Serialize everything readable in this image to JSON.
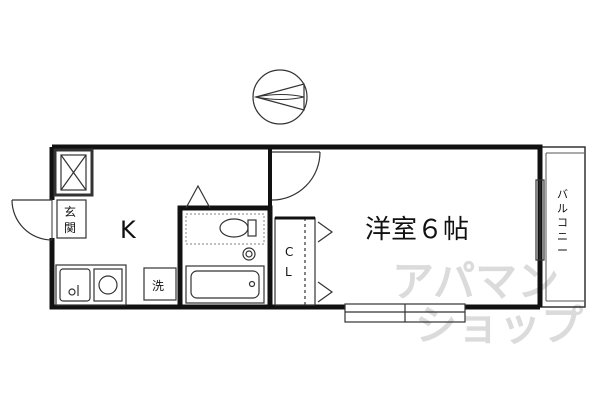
{
  "rooms": {
    "kitchen": "K",
    "western_room": "洋室６帖",
    "entrance": [
      "玄",
      "関"
    ],
    "washer": "洗",
    "closet": [
      "C",
      "L"
    ],
    "balcony": [
      "バ",
      "ル",
      "コ",
      "ニ",
      "ー"
    ]
  },
  "watermark": "アパマンショップ",
  "colors": {
    "wall": "#111111",
    "line": "#333333",
    "hatch": "#9a9a9a",
    "watermark": "#d8d8d8"
  }
}
